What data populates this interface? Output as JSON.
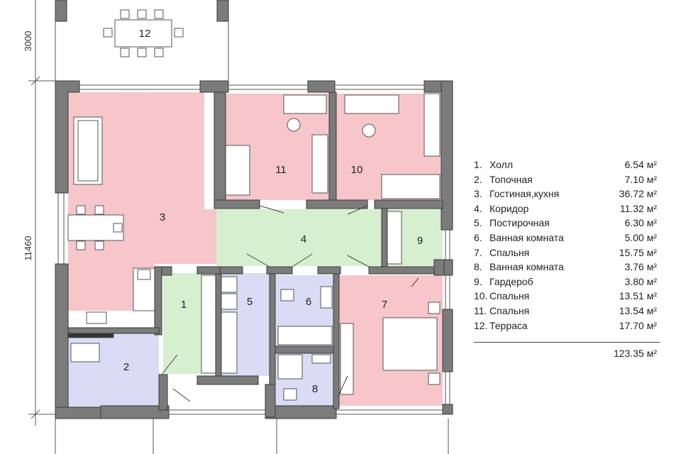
{
  "dimensions": {
    "terrace_depth": "3000",
    "house_depth": "11460"
  },
  "rooms": [
    {
      "number": "1",
      "label": "1",
      "name": "Холл",
      "area": "6.54 м²",
      "zone": "green"
    },
    {
      "number": "2",
      "label": "2",
      "name": "Топочная",
      "area": "7.10 м²",
      "zone": "blue"
    },
    {
      "number": "3",
      "label": "3",
      "name": "Гостиная,кухня",
      "area": "36.72 м²",
      "zone": "red"
    },
    {
      "number": "4",
      "label": "4",
      "name": "Коридор",
      "area": "11.32 м²",
      "zone": "green"
    },
    {
      "number": "5",
      "label": "5",
      "name": "Постирочная",
      "area": "6.30 м²",
      "zone": "blue"
    },
    {
      "number": "6",
      "label": "6",
      "name": "Ванная комната",
      "area": "5.00 м²",
      "zone": "blue"
    },
    {
      "number": "7",
      "label": "7",
      "name": "Спальня",
      "area": "15.75 м²",
      "zone": "red"
    },
    {
      "number": "8",
      "label": "8",
      "name": "Ванная комната",
      "area": "3.76 м²",
      "zone": "blue"
    },
    {
      "number": "9",
      "label": "9",
      "name": "Гардероб",
      "area": "3.80 м²",
      "zone": "green"
    },
    {
      "number": "10",
      "label": "10",
      "name": "Спальня",
      "area": "13.51 м²",
      "zone": "red"
    },
    {
      "number": "11",
      "label": "11",
      "name": "Спальня",
      "area": "13.54 м²",
      "zone": "red"
    },
    {
      "number": "12",
      "label": "12",
      "name": "Терраса",
      "area": "17.70 м²",
      "zone": "none"
    }
  ],
  "legend": [
    {
      "num": "1.",
      "name": "Холл",
      "area": "6.54 м²"
    },
    {
      "num": "2.",
      "name": "Топочная",
      "area": "7.10 м²"
    },
    {
      "num": "3.",
      "name": "Гостиная,кухня",
      "area": "36.72 м²"
    },
    {
      "num": "4.",
      "name": "Коридор",
      "area": "11.32 м²"
    },
    {
      "num": "5.",
      "name": "Постирочная",
      "area": "6.30 м²"
    },
    {
      "num": "6.",
      "name": "Ванная комната",
      "area": "5.00 м²"
    },
    {
      "num": "7.",
      "name": "Спальня",
      "area": "15.75 м²"
    },
    {
      "num": "8.",
      "name": "Ванная комната",
      "area": "3.76 м²"
    },
    {
      "num": "9.",
      "name": "Гардероб",
      "area": "3.80 м²"
    },
    {
      "num": "10.",
      "name": "Спальня",
      "area": "13.51 м²"
    },
    {
      "num": "11.",
      "name": "Спальня",
      "area": "13.54 м²"
    },
    {
      "num": "12.",
      "name": "Терраса",
      "area": "17.70 м²"
    }
  ],
  "total_area": "123.35 м²",
  "colors": {
    "wall": "#7b7b7b",
    "wall_stroke": "#3a3a3a",
    "zone_red": "#f6c6cb",
    "zone_green": "#d5efcf",
    "zone_blue": "#d9dcf4",
    "furniture": "#ffffff",
    "line": "#444444"
  }
}
